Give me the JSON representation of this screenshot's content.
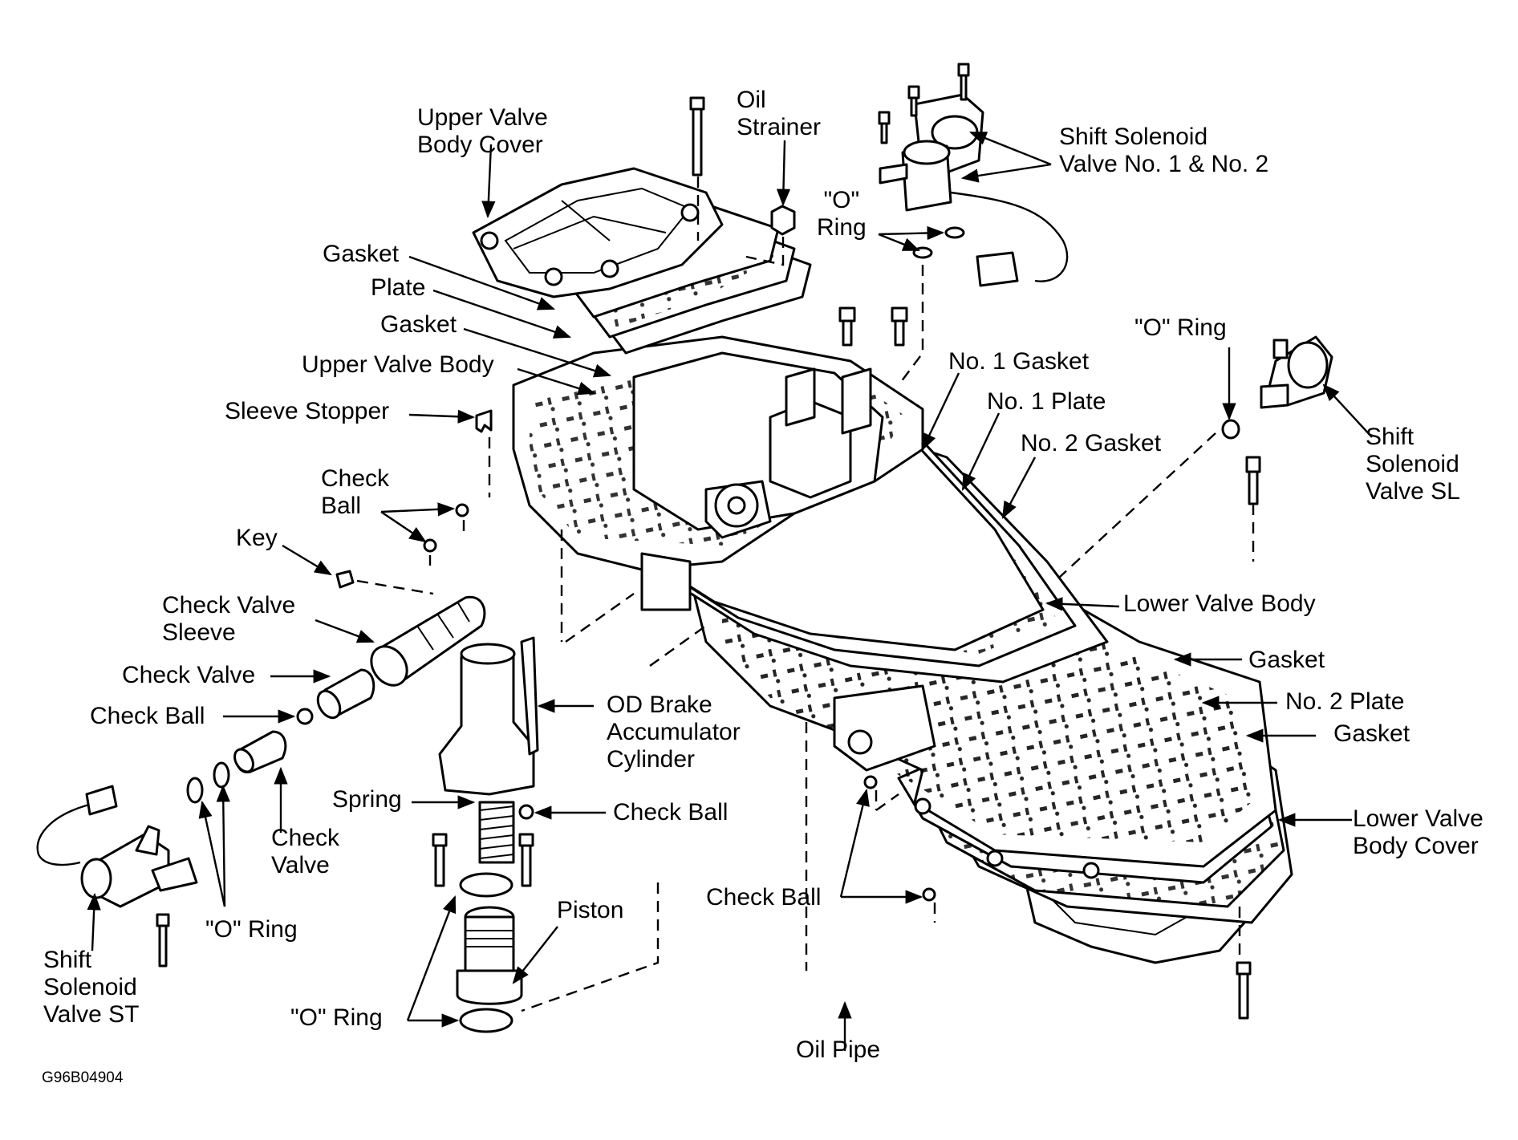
{
  "figure_code": "G96B04904",
  "labels": {
    "upper_valve_body_cover": "Upper Valve\nBody Cover",
    "oil_strainer": "Oil\nStrainer",
    "shift_solenoid_valve_1_2": "Shift Solenoid\nValve No. 1 & No. 2",
    "o_ring_top": "\"O\"\nRing",
    "gasket_1": "Gasket",
    "plate": "Plate",
    "gasket_2": "Gasket",
    "upper_valve_body": "Upper Valve Body",
    "sleeve_stopper": "Sleeve Stopper",
    "o_ring_right": "\"O\" Ring",
    "no1_gasket": "No. 1 Gasket",
    "no1_plate": "No. 1 Plate",
    "no2_gasket": "No. 2 Gasket",
    "shift_solenoid_valve_sl": "Shift\nSolenoid\nValve SL",
    "check_ball_1": "Check\nBall",
    "key": "Key",
    "check_valve_sleeve": "Check Valve\nSleeve",
    "check_valve_1": "Check Valve",
    "check_ball_2": "Check Ball",
    "lower_valve_body": "Lower Valve Body",
    "gasket_3": "Gasket",
    "od_brake_accumulator_cylinder": "OD Brake\nAccumulator\nCylinder",
    "no2_plate": "No. 2 Plate",
    "gasket_4": "Gasket",
    "spring": "Spring",
    "check_ball_3": "Check Ball",
    "check_valve_2": "Check\nValve",
    "lower_valve_body_cover": "Lower Valve\nBody Cover",
    "check_ball_4": "Check Ball",
    "o_ring_left": "\"O\" Ring",
    "piston": "Piston",
    "shift_solenoid_valve_st": "Shift\nSolenoid\nValve ST",
    "o_ring_bottom": "\"O\" Ring",
    "oil_pipe": "Oil Pipe"
  }
}
